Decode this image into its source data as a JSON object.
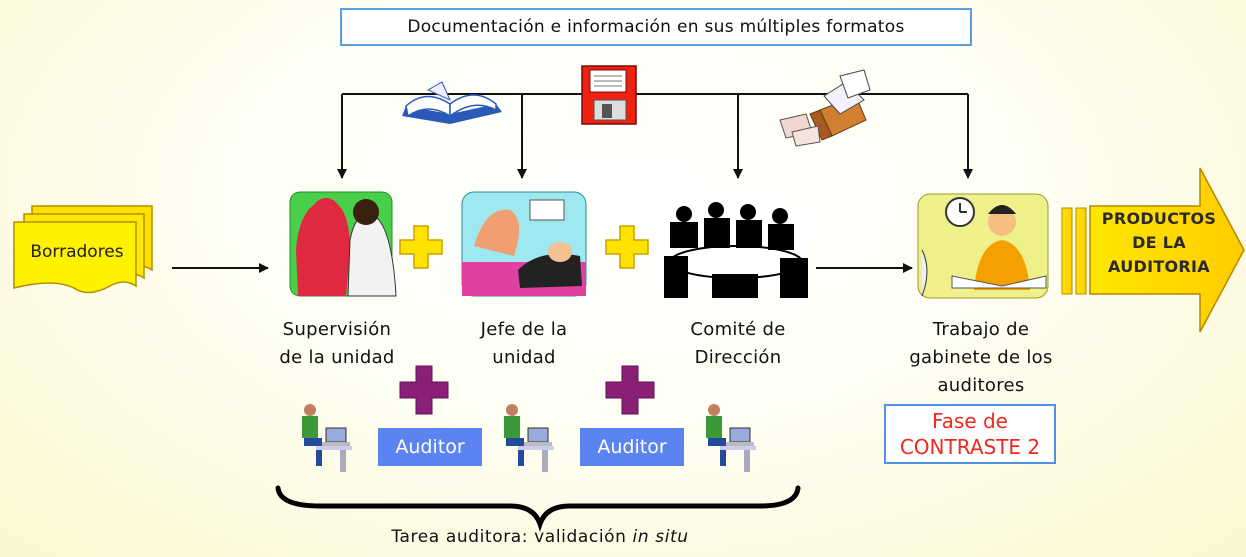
{
  "header": {
    "title": "Documentación e información en sus múltiples formatos"
  },
  "drafts": {
    "label": "Borradores"
  },
  "stages": [
    {
      "line1": "Supervisión",
      "line2": "de la unidad"
    },
    {
      "line1": "Jefe de la",
      "line2": "unidad"
    },
    {
      "line1": "Comité de",
      "line2": "Dirección"
    }
  ],
  "desk_work": {
    "line1": "Trabajo de",
    "line2": "gabinete de los",
    "line3": "auditores"
  },
  "auditor_labels": [
    "Auditor",
    "Auditor"
  ],
  "phase": {
    "line1": "Fase de",
    "line2": "CONTRASTE 2",
    "color": "#ee2a1c"
  },
  "products": {
    "line1": "PRODUCTOS",
    "line2": "DE LA",
    "line3": "AUDITORIA"
  },
  "footer": {
    "caption_prefix": "Tarea auditora: validación ",
    "caption_italic": "in situ"
  },
  "colors": {
    "yellow": "#ffe600",
    "purple": "#8a1f78",
    "blue": "#5b84f0",
    "frame": "#4f90e8"
  },
  "icons": [
    "book-icon",
    "floppy-disk-icon",
    "mailbox-icon",
    "plus-icon"
  ]
}
